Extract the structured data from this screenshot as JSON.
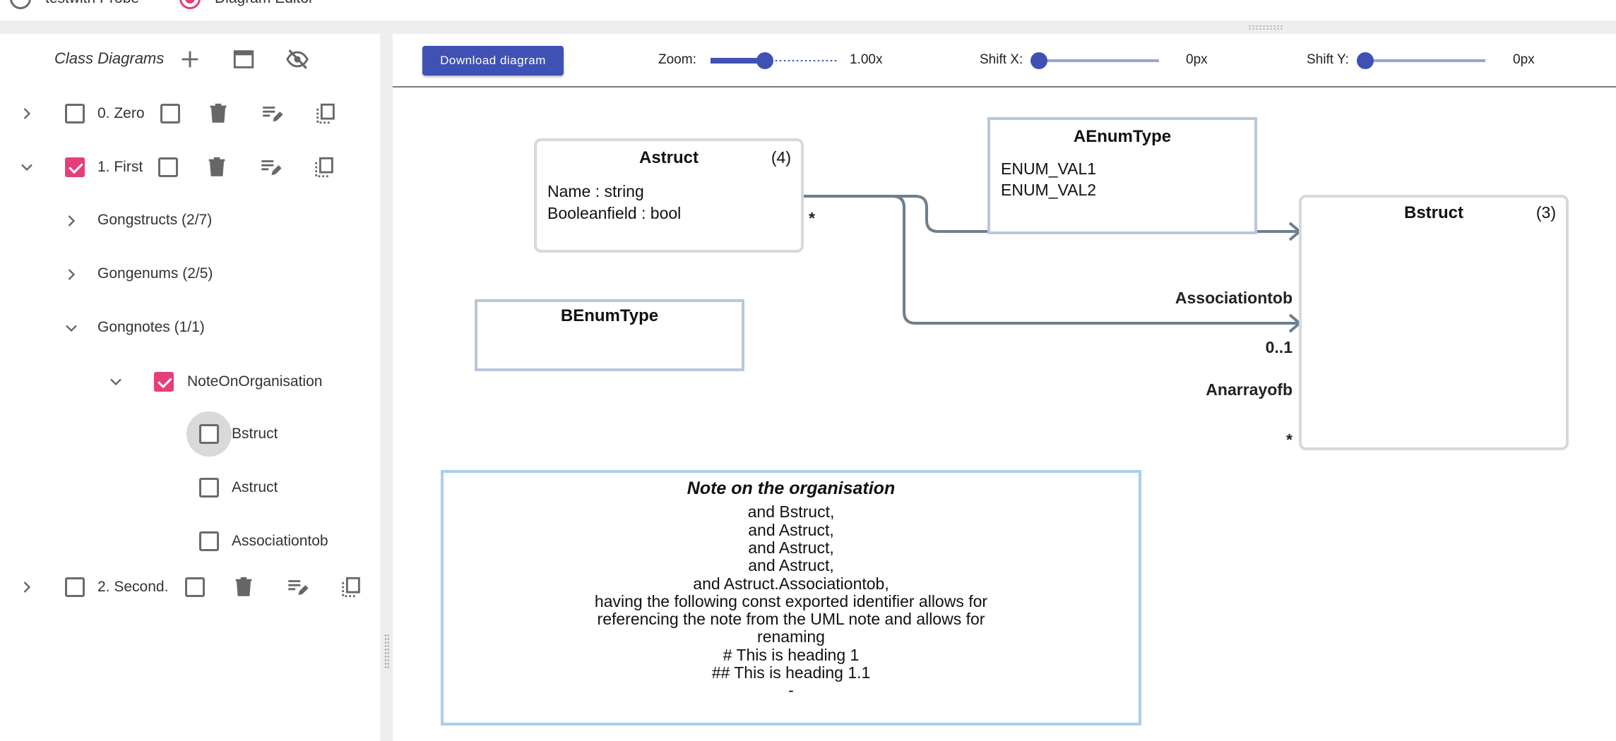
{
  "top_bar": {
    "options": [
      {
        "label": "testwith Probe",
        "selected": false
      },
      {
        "label": "Diagram Editor",
        "selected": true
      }
    ],
    "accent_color": "#e53e7b"
  },
  "sidebar": {
    "title": "Class Diagrams",
    "header_icons": [
      "add-icon",
      "window-icon",
      "visibility-off-icon"
    ],
    "diagrams": [
      {
        "label": "0. Zero",
        "expanded": false,
        "checked": false
      },
      {
        "label": "1. First",
        "expanded": true,
        "checked": true
      },
      {
        "label": "2. Second.",
        "expanded": false,
        "checked": false
      }
    ],
    "groups": [
      {
        "label": "Gongstructs (2/7)",
        "expanded": false
      },
      {
        "label": "Gongenums (2/5)",
        "expanded": false
      },
      {
        "label": "Gongnotes (1/1)",
        "expanded": true
      }
    ],
    "note_item": {
      "label": "NoteOnOrganisation",
      "checked": true
    },
    "note_links": [
      {
        "label": "Bstruct",
        "checked": false,
        "focused": true
      },
      {
        "label": "Astruct",
        "checked": false
      },
      {
        "label": "Associationtob",
        "checked": false
      }
    ]
  },
  "toolbar": {
    "download_label": "Download diagram",
    "zoom_label": "Zoom:",
    "zoom_value": "1.00x",
    "zoom_fraction": 0.43,
    "shift_x_label": "Shift X:",
    "shift_x_value": "0px",
    "shift_y_label": "Shift Y:",
    "shift_y_value": "0px",
    "accent_color": "#3f51b5"
  },
  "diagram": {
    "astruct": {
      "title": "Astruct",
      "count": "(4)",
      "fields": [
        "Name : string",
        "Booleanfield : bool"
      ]
    },
    "aenumtype": {
      "title": "AEnumType",
      "values": [
        "ENUM_VAL1",
        "ENUM_VAL2"
      ]
    },
    "benumtype": {
      "title": "BEnumType"
    },
    "bstruct": {
      "title": "Bstruct",
      "count": "(3)"
    },
    "associations": [
      {
        "name": "Associationtob",
        "source_multiplicity": "*",
        "target_multiplicity": "0..1"
      },
      {
        "name": "Anarrayofb",
        "target_multiplicity": "*"
      }
    ],
    "note": {
      "title": "Note on the organisation",
      "lines": [
        "and Bstruct,",
        "and Astruct,",
        "and Astruct,",
        "and Astruct,",
        "and Astruct.Associationtob,",
        "having the following const exported identifier allows for",
        "referencing the note from the UML note and allows for",
        "renaming",
        "# This is heading 1",
        "## This is heading 1.1",
        "-"
      ]
    },
    "link_color": "#6e7f8d"
  }
}
